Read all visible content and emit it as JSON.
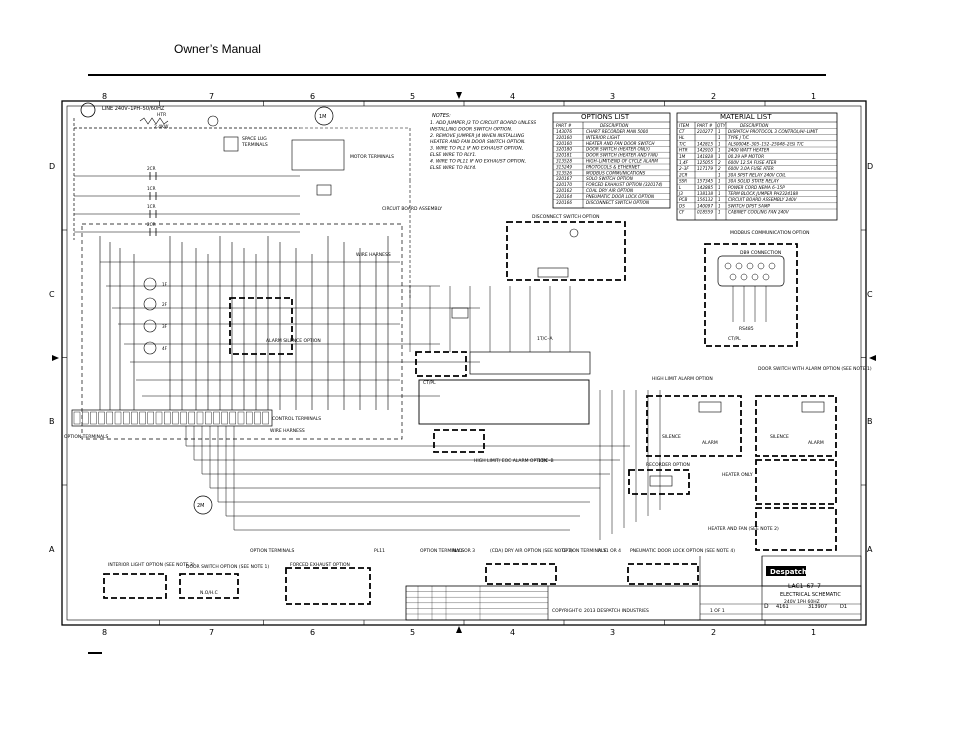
{
  "page": {
    "header": "Owner’s Manual"
  },
  "frame": {
    "columns": [
      "8",
      "7",
      "6",
      "5",
      "4",
      "3",
      "2",
      "1"
    ],
    "rows": [
      "D",
      "C",
      "B",
      "A"
    ]
  },
  "power": {
    "line": "LINE 240V–1PH–50/60HZ"
  },
  "options_list": {
    "title": "OPTIONS LIST",
    "header": [
      "PART #",
      "DESCRIPTION"
    ],
    "rows": [
      [
        "143076",
        "CHART RECORDER MAN 5000"
      ],
      [
        "320160",
        "INTERIOR LIGHT"
      ],
      [
        "320160",
        "HEATER AND FAN DOOR SWITCH"
      ],
      [
        "320180",
        "DOOR SWITCH (HEATER ONLY)"
      ],
      [
        "320181",
        "DOOR SWITCH (HEATER AND FAN)"
      ],
      [
        "313528",
        "HIGH–LIMIT/END OF CYCLE ALARM"
      ],
      [
        "315249",
        "PROTOCOLS & ETHERNET"
      ],
      [
        "313526",
        "MODBUS COMMUNICATIONS"
      ],
      [
        "320167",
        "SOLO SWITCH OPTION"
      ],
      [
        "320170",
        "FORCED EXHAUST OPTION (320174)"
      ],
      [
        "320162",
        "COAL DRY AIR OPTION"
      ],
      [
        "320164",
        "PNEUMATIC DOOR LOCK OPTION"
      ],
      [
        "320166",
        "DISCONNECT SWITCH OPTION"
      ]
    ]
  },
  "material_list": {
    "title": "MATERIAL LIST",
    "header": [
      "ITEM",
      "PART #",
      "QTY",
      "DESCRIPTION"
    ],
    "rows": [
      [
        "CT",
        "210277",
        "1",
        "DISPATCH PROTOCOL 3 CONTROL/HI–LIMIT"
      ],
      [
        "HL",
        "",
        "1",
        "TYPE J T/C"
      ],
      [
        "T/C",
        "142815",
        "1",
        "ALS0004E–305–152–25048–2(S) T/C"
      ],
      [
        "HTR",
        "142910",
        "1",
        "2400 WATT HEATER"
      ],
      [
        "1M",
        "141828",
        "1",
        "00.29 HP MOTOR"
      ],
      [
        "1,4F",
        "125055",
        "2",
        "600V 12.5A FUSE ATER"
      ],
      [
        "2–3F",
        "117179",
        "2",
        "600V 3.0A FUSE ATER"
      ],
      [
        "2CR",
        "",
        "1",
        "30A SPST RELAY 240V COIL"
      ],
      [
        "SSR",
        "157345",
        "1",
        "30A SOLID STATE RELAY"
      ],
      [
        "L",
        "142885",
        "1",
        "POWER CORD NEMA 6–15P"
      ],
      [
        "J3",
        "138138",
        "1",
        "TERM BLOCK JUMPER PH2324188"
      ],
      [
        "PCB",
        "156132",
        "1",
        "CIRCUIT BOARD ASSEMBLY 240V"
      ],
      [
        "DS",
        "140097",
        "1",
        "SWITCH DPST SAMP"
      ],
      [
        "CF",
        "018559",
        "1",
        "CABINET COOLING FAN 240V"
      ]
    ]
  },
  "notes": {
    "title": "NOTES:",
    "lines": [
      "1. ADD JUMPER J3 TO CIRCUIT BOARD UNLESS",
      "   INSTALLING DOOR SWITCH OPTION.",
      "2. REMOVE JUMPER J4 WHEN INSTALLING",
      "   HEATER AND FAN DOOR SWITCH OPTION.",
      "3. WIRE TO PL1 IF NO EXHAUST OPTION,",
      "   ELSE WIRE TO RLY1.",
      "4. WIRE TO PL11 IF NO EXHAUST OPTION,",
      "   ELSE WIRE TO RLY4."
    ]
  },
  "labels": {
    "space_lug": "SPACE LUG",
    "terminals": "TERMINALS",
    "htr": "HTR",
    "htr_kw": "2.4KW",
    "motor_terminals": "MOTOR TERMINALS",
    "circuit_board": "CIRCUIT BOARD ASSEMBLY",
    "disconnect_title": "DISCONNECT SWITCH OPTION",
    "modbus_title": "MODBUS COMMUNICATION OPTION",
    "db9": "DB9 CONNECTION",
    "rs485": "RS485",
    "ct_pl": "CT/PL",
    "wire_harness": "WIRE HARNESS",
    "alarm_silence": "ALARM SILENCE OPTION",
    "control_terminals": "CONTROL TERMINALS",
    "option_terminals": "OPTION TERMINALS",
    "high_limit_alarm": "HIGH LIMIT ALARM OPTION",
    "door_switch_alarm": "DOOR SWITCH WITH ALARM OPTION (SEE NOTE 1)",
    "high_limit_eoc": "HIGH LIMIT/ EOC ALARM OPTION",
    "recorder_option": "RECORDER OPTION",
    "heater_only": "HEATER ONLY",
    "heater_and_fan": "HEATER AND FAN (SEE NOTE 2)",
    "silence": "SILENCE",
    "alarm": "ALARM",
    "interior_light_opt": "INTERIOR LIGHT OPTION (SEE NOTE 3)",
    "door_switch_opt": "DOOR SWITCH OPTION (SEE NOTE 1)",
    "forced_exhaust_opt": "FORCED EXHAUST OPTION",
    "cda_dry_air_opt": "(CDA) DRY AIR OPTION (SEE NOTE 3)",
    "pneumatic_lock_opt": "PNEUMATIC DOOR LOCK OPTION (SEE NOTE 4)",
    "pl11": "PL11",
    "rly1": "RLY1 OR 3",
    "rly4": "RLY1 OR 4",
    "tc_a": "1T/C–A",
    "tc_b": "1T/C–B",
    "alarm_label": "ALARM",
    "nohc": "N.O/H.C"
  },
  "titleblock": {
    "brand": "Despatch",
    "model": "LAC1–67–7",
    "drawing_title": "ELECTRICAL SCHEMATIC",
    "drawing_sub": "240V 1PH 60HZ",
    "copyright": "COPYRIGHT© 2013 DESPATCH INDUSTRIES",
    "dwg_no": "313907",
    "size": "D",
    "rev": "D1",
    "code": "4161",
    "sheet": "1 OF 1"
  }
}
